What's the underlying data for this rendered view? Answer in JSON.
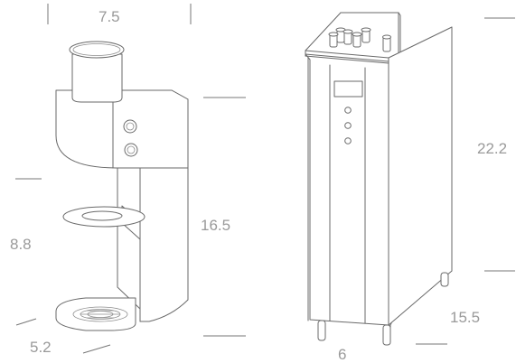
{
  "dimensions": {
    "grinder_width": "7.5",
    "grinder_height": "16.5",
    "grinder_stand_height": "8.8",
    "grinder_base_depth": "5.2",
    "tank_height": "22.2",
    "tank_base_depth": "15.5",
    "tank_width": "6"
  },
  "colors": {
    "outline": "#6a6a6a",
    "label": "#9a9a9a",
    "background": "#ffffff"
  }
}
